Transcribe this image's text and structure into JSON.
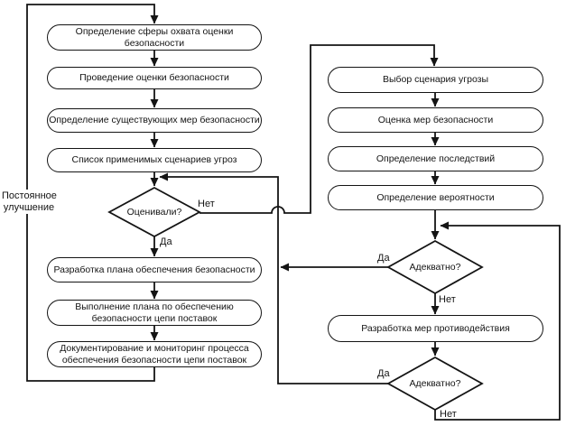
{
  "diagram": {
    "background": "#ffffff",
    "line_color": "#141414",
    "text_color": "#141414",
    "side_loop_label": "Постоянное\nулучшение",
    "left": {
      "boxes": [
        {
          "label": "Определение сферы охвата оценки\nбезопасности"
        },
        {
          "label": "Проведение оценки безопасности"
        },
        {
          "label": "Определение существующих мер безопасности"
        },
        {
          "label": "Список применимых сценариев угроз"
        },
        {
          "label": "Разработка плана обеспечения безопасности"
        },
        {
          "label": "Выполнение плана по обеспечению\nбезопасности цепи поставок"
        },
        {
          "label": "Документирование и мониторинг процесса\nобеспечения безопасности цепи поставок"
        }
      ],
      "decision_evaluated": {
        "label": "Оценивали?",
        "yes": "Да",
        "no": "Нет"
      }
    },
    "right": {
      "boxes": [
        {
          "label": "Выбор сценария угрозы"
        },
        {
          "label": "Оценка мер безопасности"
        },
        {
          "label": "Определение последствий"
        },
        {
          "label": "Определение вероятности"
        },
        {
          "label": "Разработка мер противодействия"
        }
      ],
      "decision_adequate_1": {
        "label": "Адекватно?",
        "yes": "Да",
        "no": "Нет"
      },
      "decision_adequate_2": {
        "label": "Адекватно?",
        "yes": "Да",
        "no": "Нет"
      }
    }
  }
}
